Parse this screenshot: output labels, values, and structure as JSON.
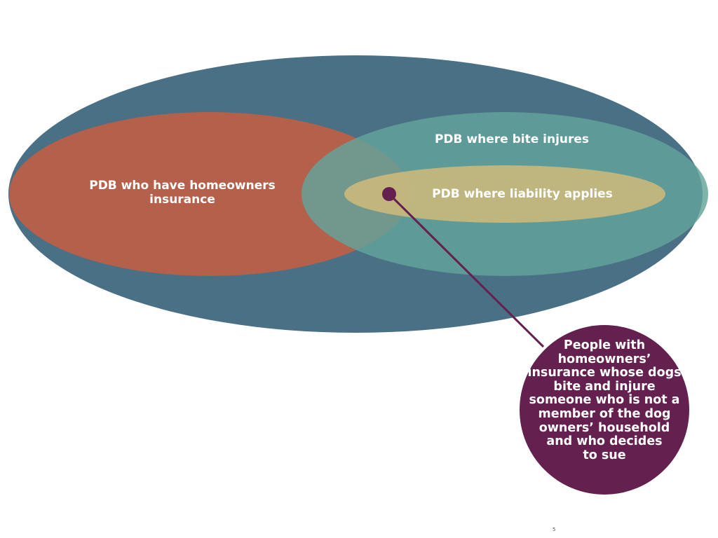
{
  "labels": {
    "homeowners": "PDB who have homeowners\ninsurance",
    "bite_injures": "PDB where bite injures",
    "liability": "PDB where liability applies",
    "callout": "People with\nhomeowners’\ninsurance whose dogs\nbite and injure\nsomeone who is not a\nmember of the dog\nowners’ household\nand who decides\nto sue"
  },
  "page_number": "5",
  "colors": {
    "outer_ellipse": "#4a7085",
    "homeowners_ellipse": "#b5604b",
    "bite_ellipse": "#5e9a94",
    "liability_ellipse": "#c4b27a",
    "callout": "#64214f",
    "text": "#ffffff"
  }
}
